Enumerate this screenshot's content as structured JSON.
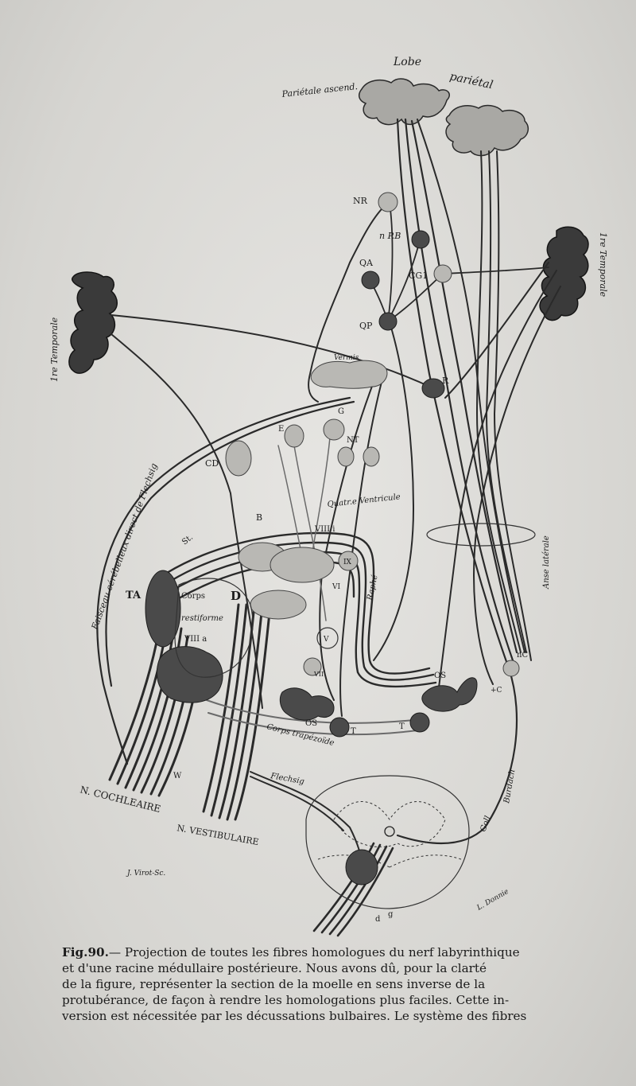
{
  "figure": {
    "labels": {
      "lobe_parietal_1": "Lobe",
      "lobe_parietal_2": "pariétal",
      "parietale_ascend": "Pariétale ascend.",
      "temporale_left": "1re Temporale",
      "temporale_right": "1re Temporale",
      "nr": "NR",
      "npb": "n P.B",
      "qa": "QA",
      "cg1": "CG1",
      "qp": "QP",
      "r": "R",
      "vermis": "Vermis",
      "e": "E",
      "g": "G",
      "nt": "NT",
      "cd": "CD",
      "quatv": "Quatr.e Ventricule",
      "faisceau": "Faisceau cérébelleux direct de Flechsig",
      "st": "St.",
      "b": "B",
      "viii_i": "VIII i",
      "ix": "IX",
      "raphe": "Raphé",
      "ta": "TA",
      "corps_restiforme_1": "Corps",
      "corps_restiforme_2": "restiforme",
      "d": "D",
      "vi": "VI",
      "viii_a": "VIII a",
      "v": "V",
      "vii": "VII",
      "os_left": "OS",
      "os_right": "OS",
      "t_left": "T",
      "t_right": "T",
      "nc": "nC",
      "pc": "+C",
      "anse_laterale": "Anse latérale",
      "corps_trapezoide": "Corps trapézoïde",
      "w": "W",
      "n_cochleaire": "N. COCHLEAIRE",
      "n_vestibulaire": "N. VESTIBULAIRE",
      "flechsig": "Flechsig",
      "burdach": "Burdach",
      "goll": "Goll",
      "d_root": "d",
      "g_root": "g",
      "engraver": "J. Virot-Sc.",
      "artist": "L. Donnie"
    }
  },
  "caption": {
    "fig_number": "Fig.90.",
    "line1": "— Projection de toutes les fibres homologues du nerf labyrinthique",
    "line2": "et d'une racine médullaire postérieure. Nous avons dû, pour la clarté",
    "line3": "de la figure, représenter la section de la moelle en sens inverse de la",
    "line4": "protubérance, de façon à rendre les homologations plus faciles. Cette in-",
    "line5": "version est nécessitée par les décussations bulbaires. Le système des fibres"
  }
}
